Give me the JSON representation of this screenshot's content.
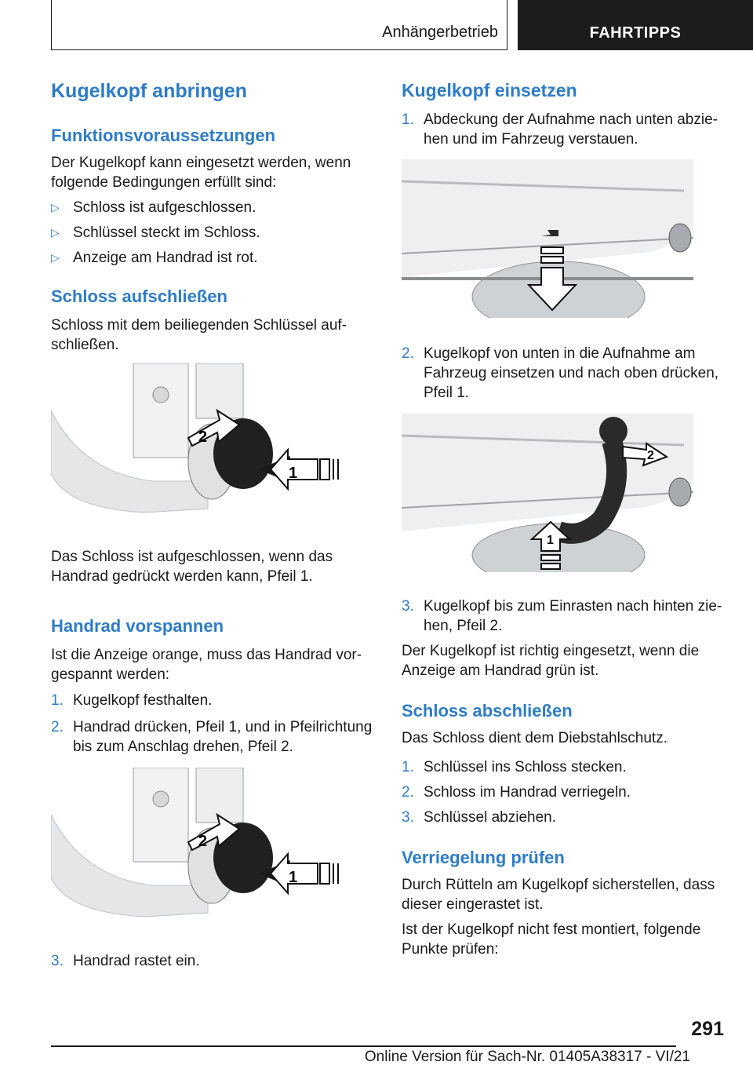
{
  "header": {
    "section": "Anhängerbetrieb",
    "chapter": "FAHRTIPPS"
  },
  "left": {
    "title": "Kugelkopf anbringen",
    "prereq_heading": "Funktionsvoraussetzungen",
    "prereq_text": "Der Kugelkopf kann eingesetzt werden, wenn folgende Bedingungen erfüllt sind:",
    "bullets": [
      "Schloss ist aufgeschlossen.",
      "Schlüssel steckt im Schloss.",
      "Anzeige am Handrad ist rot."
    ],
    "bullet_marker": "▷",
    "unlock_heading": "Schloss aufschließen",
    "unlock_text": "Schloss mit dem beiliegenden Schlüssel auf-schließen.",
    "unlock_caption": "Das Schloss ist aufgeschlossen, wenn das Handrad gedrückt werden kann, Pfeil 1.",
    "tension_heading": "Handrad vorspannen",
    "tension_text": "Ist die Anzeige orange, muss das Handrad vor-gespannt werden:",
    "tension_steps": [
      {
        "n": "1.",
        "text": "Kugelkopf festhalten."
      },
      {
        "n": "2.",
        "text": "Handrad drücken, Pfeil 1, und in Pfeilrichtung bis zum Anschlag drehen, Pfeil 2."
      },
      {
        "n": "3.",
        "text": "Handrad rastet ein."
      }
    ]
  },
  "right": {
    "insert_heading": "Kugelkopf einsetzen",
    "insert_steps": [
      {
        "n": "1.",
        "text": "Abdeckung der Aufnahme nach unten abzie-hen und im Fahrzeug verstauen."
      },
      {
        "n": "2.",
        "text": "Kugelkopf von unten in die Aufnahme am Fahrzeug einsetzen und nach oben drücken, Pfeil 1."
      },
      {
        "n": "3.",
        "text": "Kugelkopf bis zum Einrasten nach hinten zie-hen, Pfeil 2."
      }
    ],
    "insert_result": "Der Kugelkopf ist richtig eingesetzt, wenn die Anzeige am Handrad grün ist.",
    "lock_heading": "Schloss abschließen",
    "lock_text": "Das Schloss dient dem Diebstahlschutz.",
    "lock_steps": [
      {
        "n": "1.",
        "text": "Schlüssel ins Schloss stecken."
      },
      {
        "n": "2.",
        "text": "Schloss im Handrad verriegeln."
      },
      {
        "n": "3.",
        "text": "Schlüssel abziehen."
      }
    ],
    "check_heading": "Verriegelung prüfen",
    "check_text1": "Durch Rütteln am Kugelkopf sicherstellen, dass dieser eingerastet ist.",
    "check_text2": "Ist der Kugelkopf nicht fest montiert, folgende Punkte prüfen:"
  },
  "figures": {
    "arrow1": "1",
    "arrow2": "2"
  },
  "footer": {
    "page": "291",
    "version": "Online Version für Sach-Nr. 01405A38317 - VI/21"
  }
}
